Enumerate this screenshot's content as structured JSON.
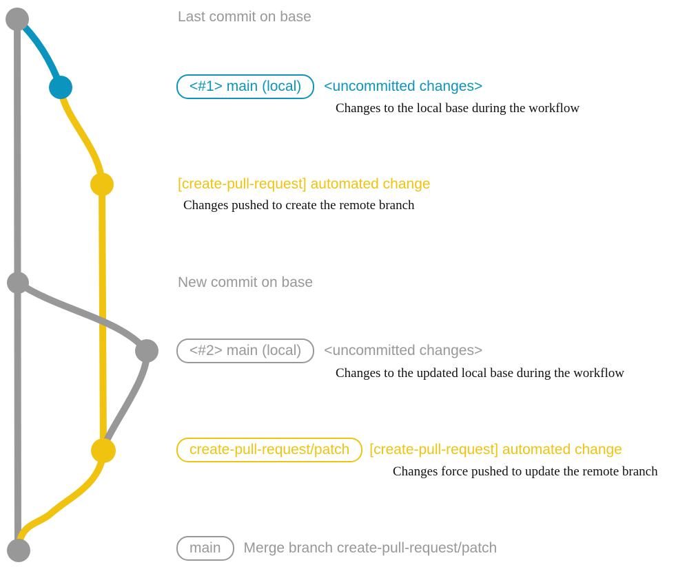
{
  "colors": {
    "gray": "#989898",
    "blue": "#0b94be",
    "yellow": "#f0c310"
  },
  "annotations": {
    "last_commit": "Last commit on base",
    "new_commit": "New commit on base"
  },
  "rows": {
    "local1": {
      "badge": "<#1> main (local)",
      "status": "<uncommitted changes>",
      "caption": "Changes to the local base during the workflow"
    },
    "push1": {
      "title": "[create-pull-request] automated change",
      "caption": "Changes pushed to create the remote branch"
    },
    "local2": {
      "badge": "<#2> main (local)",
      "status": "<uncommitted changes>",
      "caption": "Changes to the updated local base during the workflow"
    },
    "push2": {
      "badge": "create-pull-request/patch",
      "title": "[create-pull-request] automated change",
      "caption": "Changes force pushed to update the remote branch"
    },
    "merge": {
      "badge": "main",
      "message": "Merge branch create-pull-request/patch"
    }
  },
  "graph": {
    "branches": [
      {
        "name": "base",
        "color_key": "gray"
      },
      {
        "name": "main (local)",
        "color_key": "blue"
      },
      {
        "name": "create-pull-request/patch",
        "color_key": "yellow"
      }
    ],
    "commits": [
      {
        "node": "last-commit-on-base",
        "branch": "base"
      },
      {
        "node": "uncommitted-changes-1",
        "branch": "main (local)"
      },
      {
        "node": "automated-change-1",
        "branch": "create-pull-request/patch"
      },
      {
        "node": "new-commit-on-base",
        "branch": "base"
      },
      {
        "node": "uncommitted-changes-2",
        "branch": "main (local)"
      },
      {
        "node": "automated-change-2-force-push",
        "branch": "create-pull-request/patch"
      },
      {
        "node": "merge-commit",
        "branch": "base"
      }
    ]
  }
}
